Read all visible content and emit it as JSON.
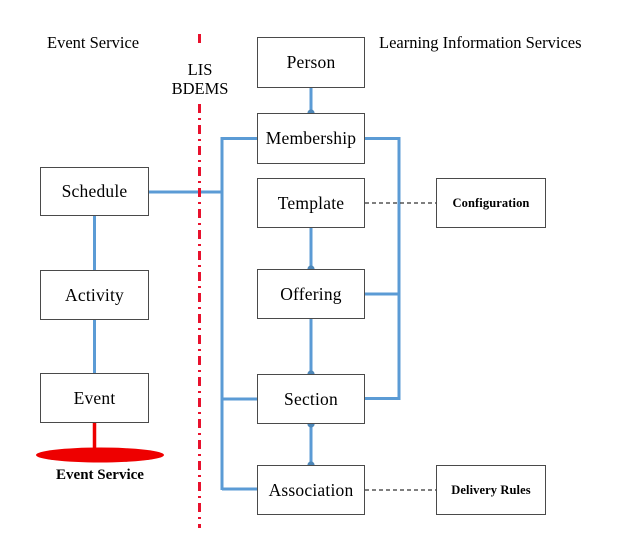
{
  "diagram": {
    "title_left": "Event Service",
    "title_right": "Learning Information Services",
    "divider_label_line1": "LIS",
    "divider_label_line2": "BDEMS",
    "endpoint_label": "Event Service",
    "colors": {
      "connector_blue": "#5B9BD5",
      "connector_blue_dark": "#4E87B8",
      "divider_red": "#E8112D",
      "endpoint_red": "#EE0000",
      "box_border": "#4A4A4A",
      "dashed_link": "#333333",
      "background": "#FFFFFF"
    },
    "nodes": {
      "schedule": "Schedule",
      "activity": "Activity",
      "event": "Event",
      "person": "Person",
      "membership": "Membership",
      "template": "Template",
      "offering": "Offering",
      "section": "Section",
      "association": "Association",
      "configuration": "Configuration",
      "delivery_rules": "Delivery Rules"
    },
    "edges": [
      {
        "from": "schedule",
        "to": "activity",
        "style": "solid-blue"
      },
      {
        "from": "activity",
        "to": "event",
        "style": "solid-blue"
      },
      {
        "from": "event",
        "to": "event-service-endpoint",
        "style": "solid-red"
      },
      {
        "from": "schedule",
        "to": "lis-bus",
        "style": "solid-blue"
      },
      {
        "from": "person",
        "to": "membership",
        "style": "solid-blue-dot"
      },
      {
        "from": "template",
        "to": "offering",
        "style": "solid-blue-dot"
      },
      {
        "from": "offering",
        "to": "section",
        "style": "solid-blue-dot"
      },
      {
        "from": "section",
        "to": "association",
        "style": "solid-blue-dot"
      },
      {
        "from": "membership",
        "to": "left-bus",
        "style": "solid-blue"
      },
      {
        "from": "section",
        "to": "left-bus",
        "style": "solid-blue"
      },
      {
        "from": "association",
        "to": "left-bus",
        "style": "solid-blue"
      },
      {
        "from": "membership",
        "to": "right-bus",
        "style": "solid-blue"
      },
      {
        "from": "offering",
        "to": "right-bus",
        "style": "solid-blue"
      },
      {
        "from": "section",
        "to": "right-bus",
        "style": "solid-blue"
      },
      {
        "from": "template",
        "to": "configuration",
        "style": "dashed"
      },
      {
        "from": "association",
        "to": "delivery_rules",
        "style": "dashed"
      }
    ]
  }
}
